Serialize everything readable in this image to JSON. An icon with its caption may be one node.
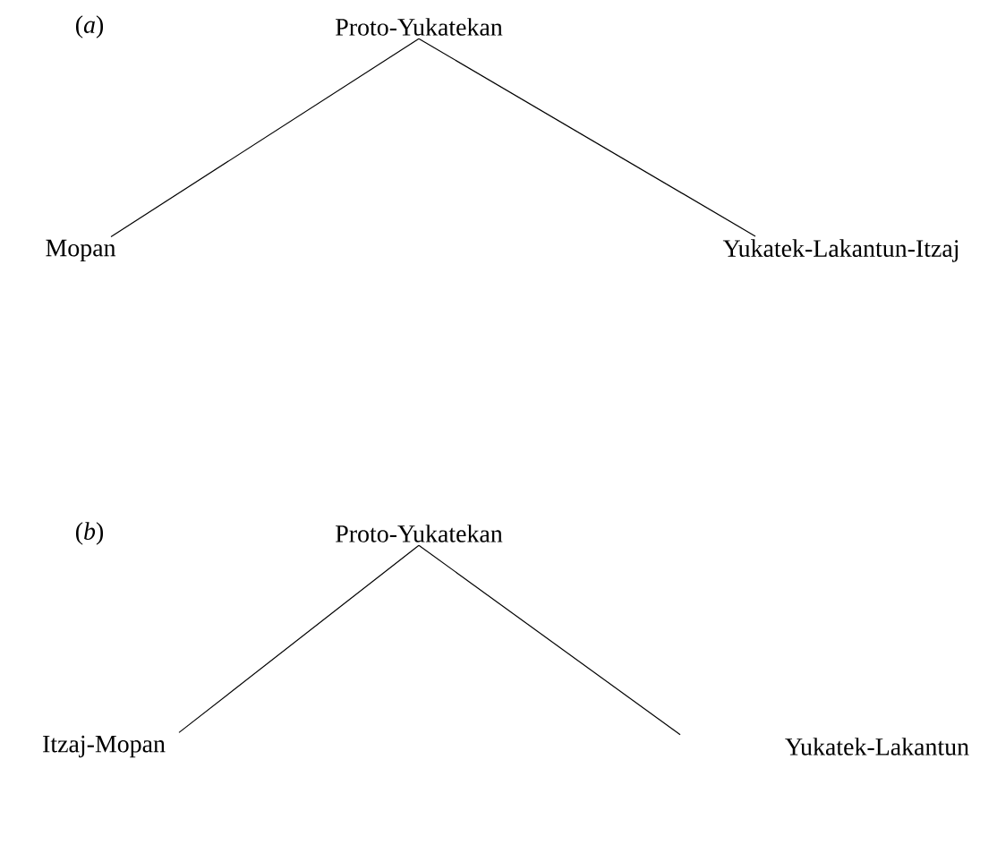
{
  "diagram": {
    "nodes": [
      {
        "text": [
          "Proto-Yukatekan"
        ]
      },
      {
        "text": [
          "Mopan"
        ]
      },
      {
        "text": [
          "Yukatek-Lakantun-Itzaj"
        ]
      },
      {
        "text": [
          "Proto-Yukatekan"
        ]
      },
      {
        "text": [
          "Itzaj-Mopan"
        ]
      },
      {
        "text": [
          "Yukatek-Lakantun"
        ]
      }
    ],
    "edges": [
      {
        "from": 0,
        "to": 1,
        "arrow": "none"
      },
      {
        "from": 0,
        "to": 2,
        "arrow": "none"
      },
      {
        "from": 3,
        "to": 4,
        "arrow": "none"
      },
      {
        "from": 3,
        "to": 5,
        "arrow": "none"
      }
    ],
    "labels": [
      "(*a*)",
      "(*b*)"
    ]
  }
}
